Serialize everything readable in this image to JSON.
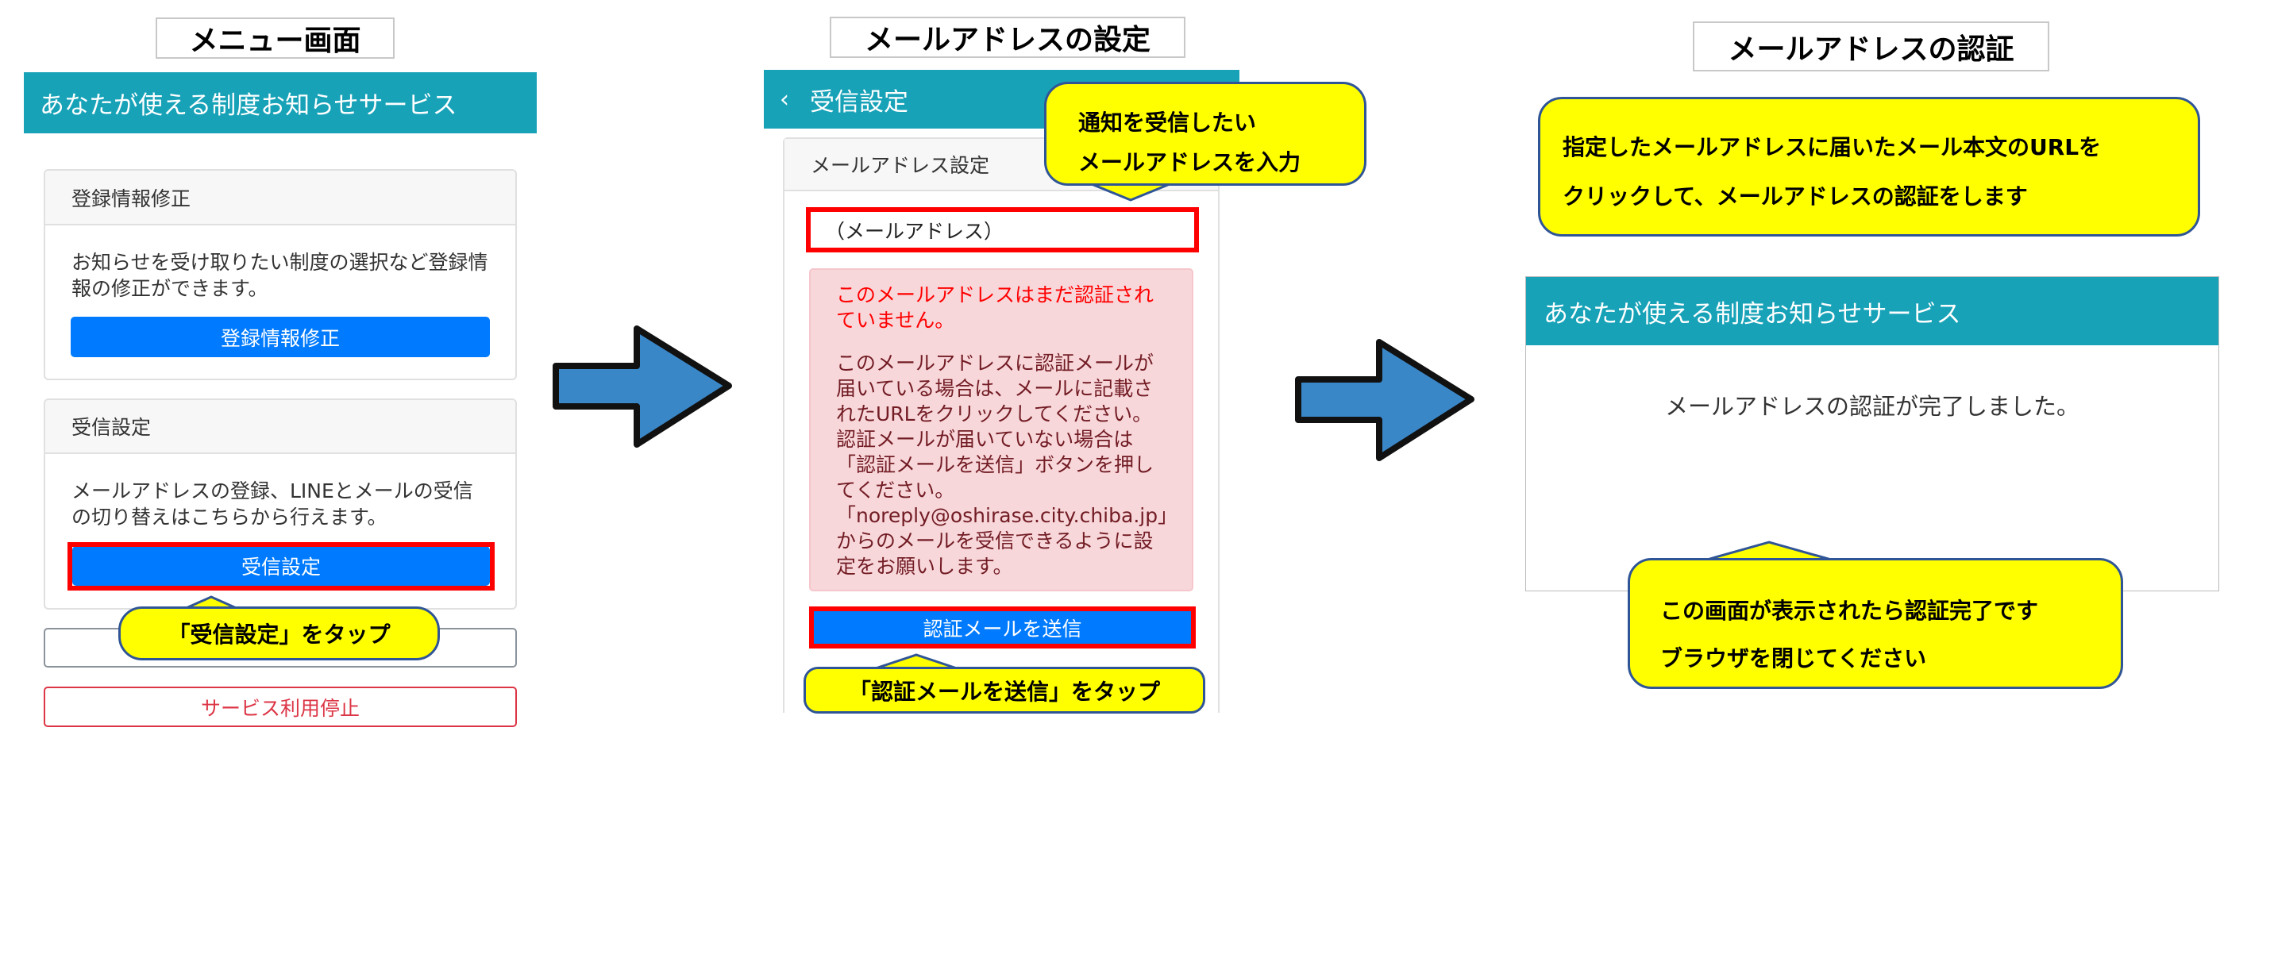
{
  "steps": [
    {
      "title": "メニュー画面"
    },
    {
      "title": "メールアドレスの設定"
    },
    {
      "title": "メールアドレスの認証"
    }
  ],
  "menu": {
    "header": "あなたが使える制度お知らせサービス",
    "card1": {
      "title": "登録情報修正",
      "body": "お知らせを受け取りたい制度の選択など登録情報の修正ができます。",
      "button": "登録情報修正"
    },
    "card2": {
      "title": "受信設定",
      "body": "メールアドレスの登録、LINEとメールの受信の切り替えはこちらから行えます。",
      "button": "受信設定"
    },
    "stop_button": "サービス利用停止",
    "callout": "「受信設定」をタップ"
  },
  "email": {
    "back_icon": "chevron-left-icon",
    "header": "受信設定",
    "card_title": "メールアドレス設定",
    "input_value": "（メールアドレス）",
    "alert_warning": "このメールアドレスはまだ認証されていません。",
    "alert_body": "このメールアドレスに認証メールが届いている場合は、メールに記載されたURLをクリックしてください。認証メールが届いていない場合は「認証メールを送信」ボタンを押してください。「noreply@oshirase.city.chiba.jp」からのメールを受信できるように設定をお願いします。",
    "send_button": "認証メールを送信",
    "callout_top_line1": "通知を受信したい",
    "callout_top_line2": "メールアドレスを入力",
    "callout_bottom": "「認証メールを送信」をタップ"
  },
  "verify": {
    "callout_top_line1": "指定したメールアドレスに届いたメール本文のURLを",
    "callout_top_line2": "クリックして、メールアドレスの認証をします",
    "header": "あなたが使える制度お知らせサービス",
    "message": "メールアドレスの認証が完了しました。",
    "callout_line1": "この画面が表示されたら認証完了です",
    "callout_line2": "ブラウザを閉じてください"
  },
  "colors": {
    "teal": "#17a2b8",
    "primary": "#007bff",
    "callout": "#ffff00",
    "arrow": "#3a87c8",
    "danger": "#dc3545"
  }
}
